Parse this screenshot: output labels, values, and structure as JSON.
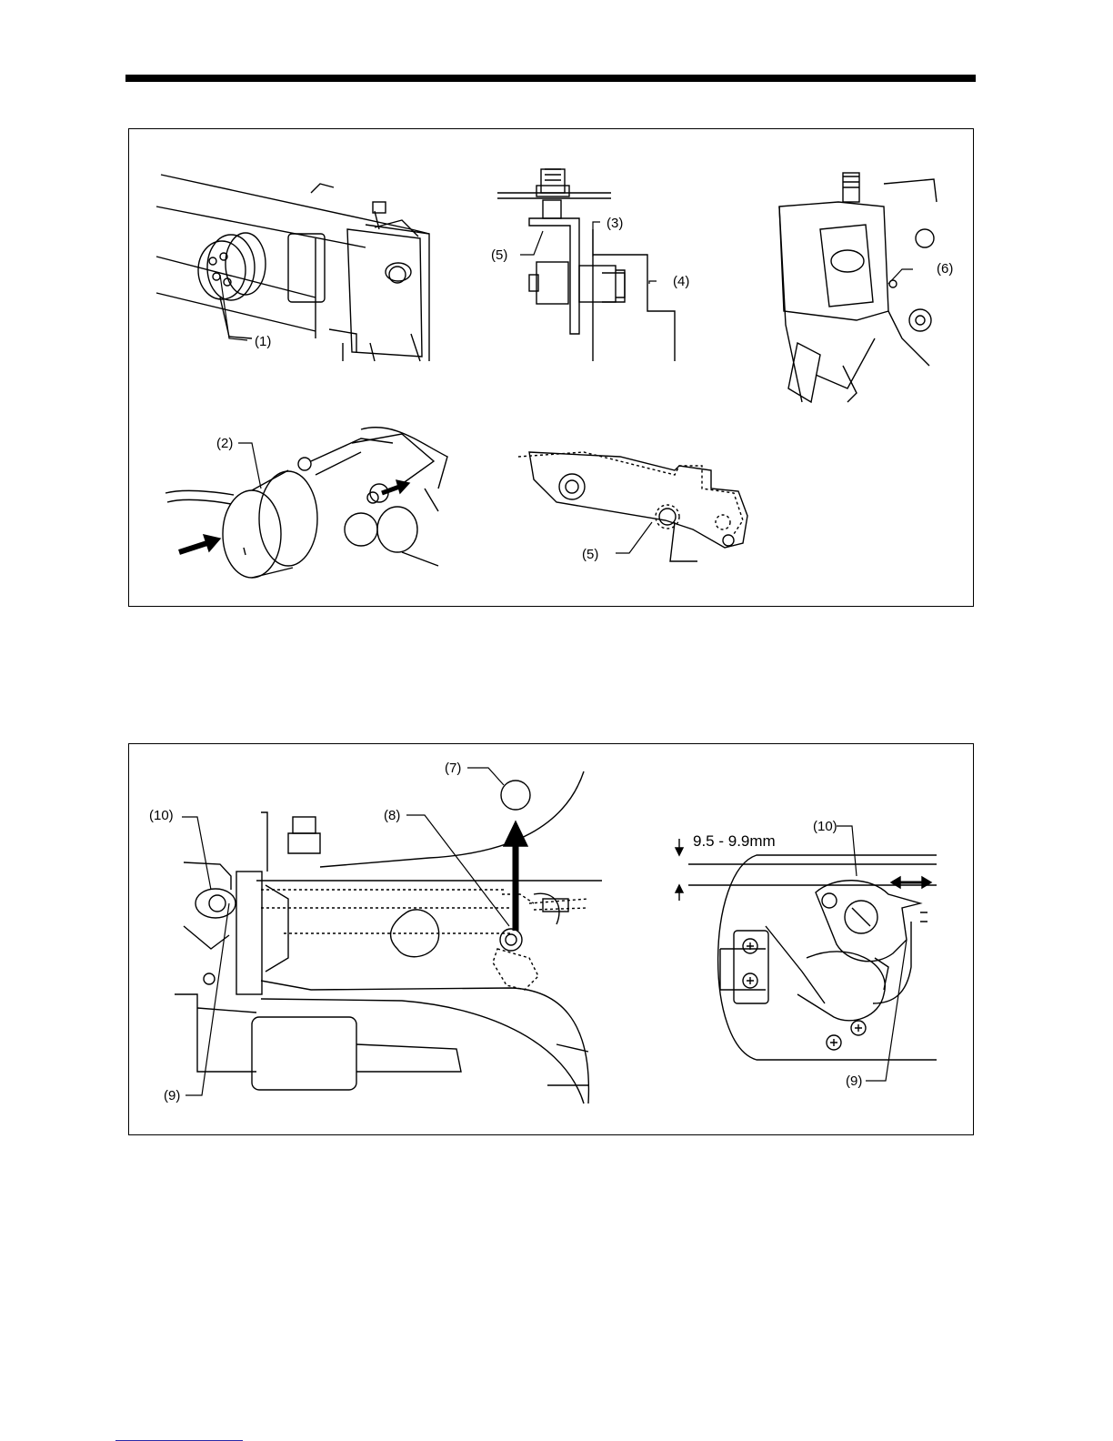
{
  "panel_1": {
    "callouts": {
      "c1": "(1)",
      "c2": "(2)",
      "c3": "(3)",
      "c4": "(4)",
      "c5_top": "(5)",
      "c5_bottom": "(5)",
      "c6": "(6)"
    }
  },
  "panel_2": {
    "callouts": {
      "c7": "(7)",
      "c8": "(8)",
      "c9_left": "(9)",
      "c10_left": "(10)",
      "c9_right": "(9)",
      "c10_right": "(10)"
    },
    "dimension": "9.5 - 9.9mm"
  },
  "colors": {
    "line": "#000000",
    "background": "#ffffff",
    "footer_rule": "#2a2aa8"
  }
}
